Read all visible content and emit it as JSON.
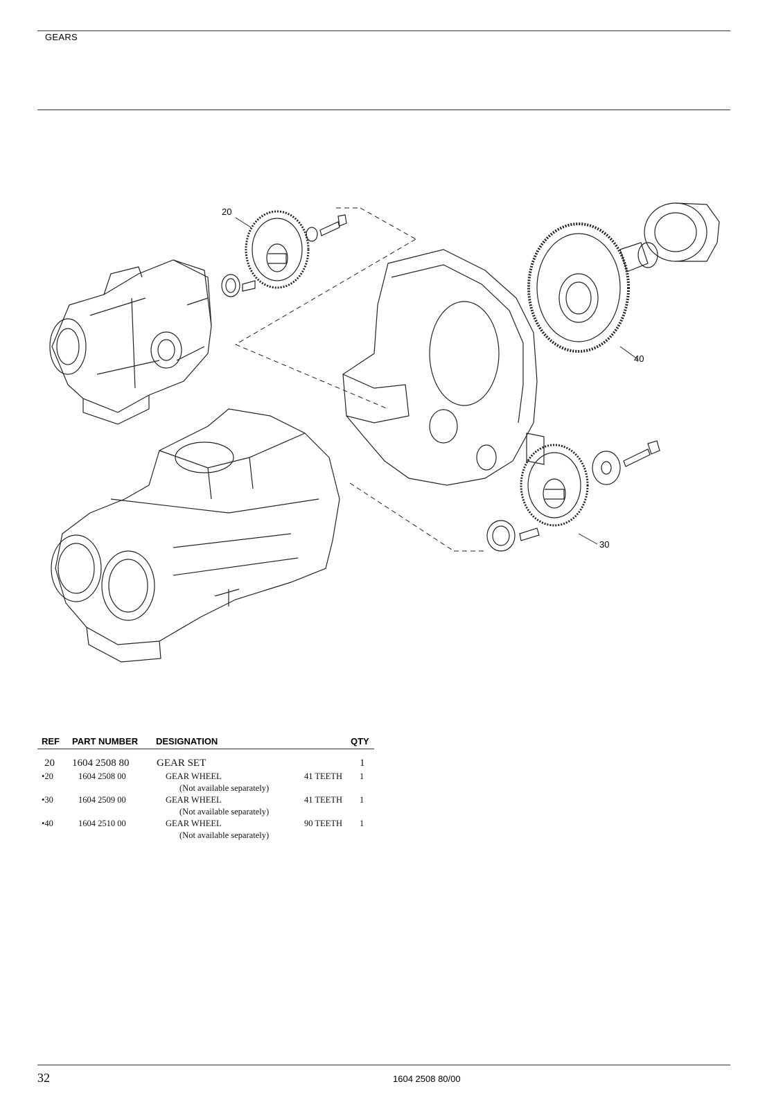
{
  "header": {
    "section_title": "GEARS"
  },
  "drawing": {
    "callouts": [
      {
        "label": "20"
      },
      {
        "label": "40"
      },
      {
        "label": "30"
      }
    ]
  },
  "parts_table": {
    "headers": {
      "ref": "REF",
      "part_number": "PART NUMBER",
      "designation": "DESIGNATION",
      "qty": "QTY"
    },
    "rows": [
      {
        "ref": "20",
        "part_number": "1604 2508 80",
        "designation": "GEAR SET",
        "spec": "",
        "qty": "1",
        "note": ""
      },
      {
        "ref": "•20",
        "part_number": "1604 2508 00",
        "designation": "GEAR WHEEL",
        "spec": "41 TEETH",
        "qty": "1",
        "note": "(Not available separately)"
      },
      {
        "ref": "•30",
        "part_number": "1604 2509 00",
        "designation": "GEAR WHEEL",
        "spec": "41 TEETH",
        "qty": "1",
        "note": "(Not available separately)"
      },
      {
        "ref": "•40",
        "part_number": "1604 2510 00",
        "designation": "GEAR WHEEL",
        "spec": "90 TEETH",
        "qty": "1",
        "note": "(Not available separately)"
      }
    ]
  },
  "footer": {
    "page_number": "32",
    "doc_number": "1604 2508 80/00"
  }
}
